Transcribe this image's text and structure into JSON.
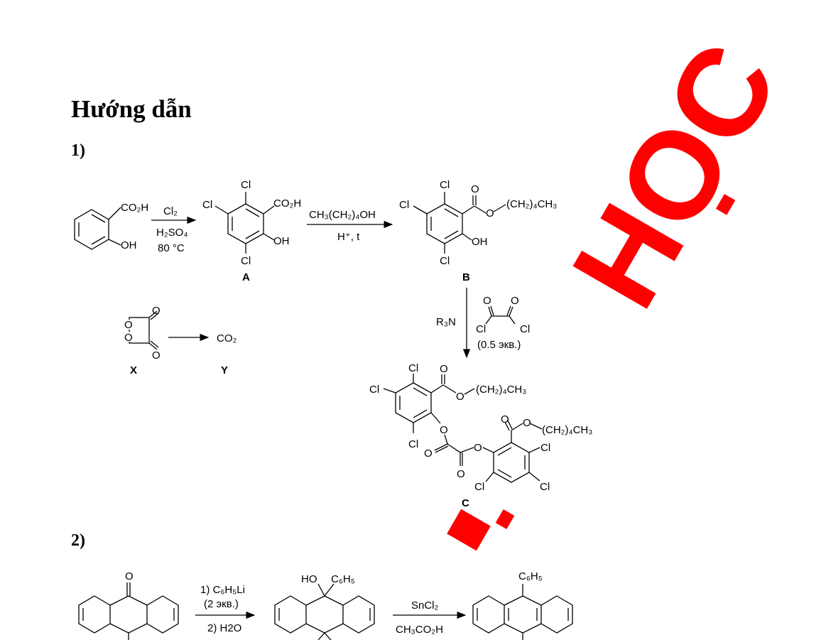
{
  "heading": "Hướng dẫn",
  "steps": [
    "1)",
    "2)"
  ],
  "scheme1": {
    "start_substituents": [
      "CO₂H",
      "OH"
    ],
    "reagent1_top": "Cl₂",
    "reagent1_bottom": [
      "H₂SO₄",
      "80 °C"
    ],
    "A": {
      "label": "A",
      "substituents": [
        "Cl",
        "Cl",
        "Cl",
        "CO₂H",
        "OH"
      ]
    },
    "reagent2_top": "CH₃(CH₂)₄OH",
    "reagent2_bottom": "H⁺, t",
    "B": {
      "label": "B",
      "substituents": [
        "Cl",
        "Cl",
        "Cl",
        "O",
        "O",
        "(CH₂)₄CH₃",
        "OH"
      ]
    },
    "reagent3_left": "R₃N",
    "reagent3_right": [
      "O",
      "O",
      "Cl",
      "Cl",
      "(0.5 экв.)"
    ],
    "C": {
      "label": "C",
      "substituents": [
        "Cl",
        "Cl",
        "Cl",
        "O",
        "O",
        "(CH₂)₄CH₃",
        "O",
        "O",
        "O",
        "O",
        "O",
        "O",
        "(CH₂)₄CH₃",
        "Cl",
        "Cl",
        "Cl"
      ]
    },
    "X": {
      "label": "X",
      "atoms": [
        "O",
        "O",
        "O",
        "O"
      ]
    },
    "Y": {
      "label": "Y",
      "formula": "CO₂"
    }
  },
  "scheme2": {
    "start_atom": "O",
    "reagent1": [
      "1) C₆H₅Li",
      "(2 экв.)",
      "2) H2O"
    ],
    "intermediate": [
      "HO",
      "C₆H₅"
    ],
    "reagent2": [
      "SnCl₂",
      "CH₃CO₂H"
    ],
    "product": "C₆H₅"
  },
  "watermark": "HỌC",
  "colors": {
    "watermark": "#ff0000",
    "text": "#000000"
  }
}
